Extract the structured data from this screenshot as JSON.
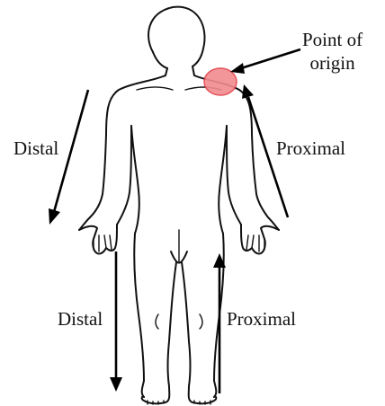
{
  "labels": {
    "point_of_origin_line1": "Point of",
    "point_of_origin_line2": "origin",
    "distal_arm": "Distal",
    "proximal_arm": "Proximal",
    "distal_leg": "Distal",
    "proximal_leg": "Proximal"
  },
  "colors": {
    "origin_fill": "#f28b8f",
    "origin_stroke": "#e0424a",
    "line": "#111111"
  }
}
